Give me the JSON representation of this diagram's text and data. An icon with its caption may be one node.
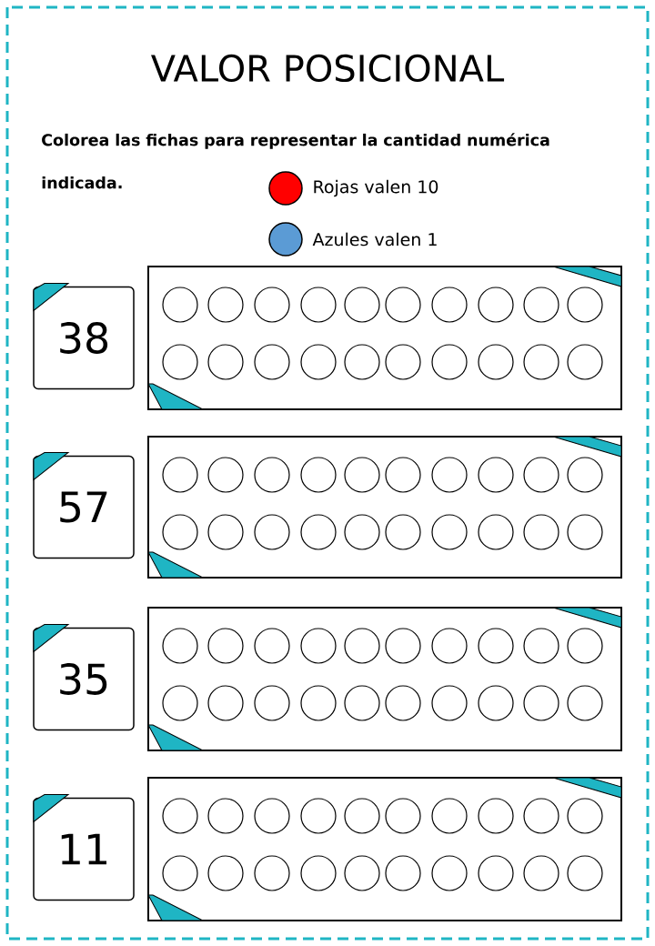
{
  "diagram": {
    "title": "VALOR POSICIONAL",
    "nodes": [
      {
        "text": [
          "38"
        ]
      },
      {
        "text": [],
        "shape": "box"
      },
      {
        "text": [
          "57"
        ]
      },
      {
        "text": [],
        "shape": "box"
      },
      {
        "text": [
          "35"
        ]
      },
      {
        "text": [],
        "shape": "box"
      },
      {
        "text": [
          "11"
        ]
      },
      {
        "text": [],
        "shape": "box"
      }
    ],
    "labels": [
      "Colorea las fichas para representar la cantidad numérica indicada."
    ],
    "legend": [
      {
        "text": "Rojas valen 10",
        "color": "#ff0000"
      },
      {
        "text": "Azules valen 1",
        "color": "#5b9bd5"
      }
    ]
  }
}
